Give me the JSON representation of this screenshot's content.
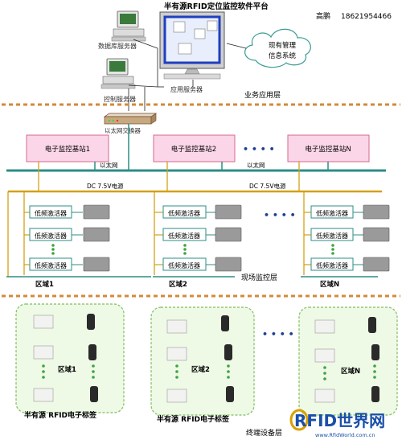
{
  "header": {
    "platform_title": "半有源RFID定位监控软件平台",
    "contact_name": "高鹏",
    "contact_phone": "18621954466"
  },
  "servers": {
    "db_server": "数据库服务器",
    "control_server": "控制服务器",
    "app_server": "应用服务器",
    "mgmt_system_line1": "现有管理",
    "mgmt_system_line2": "信息系统",
    "switch": "以太网交换器"
  },
  "layers": {
    "business": "业务应用层",
    "field": "现场监控层",
    "terminal": "终端设备层"
  },
  "stations": [
    {
      "label": "电子监控基站1"
    },
    {
      "label": "电子监控基站2"
    },
    {
      "label": "电子监控基站N"
    }
  ],
  "ellipsis": "• • • •",
  "bus": {
    "ethernet": "以太网",
    "ethernet_right": "以太网",
    "power": "DC 7.5V电源",
    "power_right": "DC 7.5V电源"
  },
  "activator_label": "低频激活器",
  "regions": [
    {
      "label": "区域1"
    },
    {
      "label": "区域2"
    },
    {
      "label": "区域N"
    }
  ],
  "tag_label": "半有源 RFID电子标签",
  "logo": {
    "text": "RFID世界网",
    "url": "www.RfidWorld.com.cn"
  },
  "colors": {
    "station_fill": "#fbd6e8",
    "station_border": "#d4688f",
    "ethernet_bus": "#2c8d86",
    "power_bus": "#d4a017",
    "layer_divider": "#d28a3a",
    "zone_border": "#7fbf5f",
    "zone_fill": "#eef9e6",
    "dots": "#3fa33f"
  }
}
